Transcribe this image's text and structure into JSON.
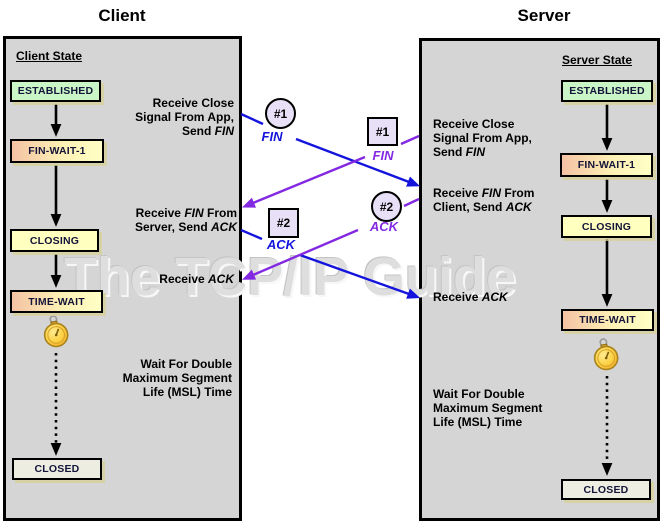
{
  "titles": {
    "client": "Client",
    "server": "Server"
  },
  "watermark": "The TCP/IP Guide",
  "client_panel": {
    "heading": "Client State",
    "states": [
      "ESTABLISHED",
      "FIN-WAIT-1",
      "CLOSING",
      "TIME-WAIT",
      "CLOSED"
    ],
    "annotations": {
      "receive_close": {
        "l1": "Receive Close",
        "l2": "Signal From App,",
        "l3pre": "Send ",
        "l3it": "FIN"
      },
      "receive_fin": {
        "l1pre": "Receive ",
        "l1it": "FIN",
        "l1post": " From",
        "l2pre": "Server, Send ",
        "l2it": "ACK"
      },
      "receive_ack": {
        "pre": "Receive ",
        "it": "ACK"
      },
      "wait_msl": {
        "l1": "Wait For Double",
        "l2": "Maximum Segment",
        "l3": "Life (MSL) Time"
      }
    }
  },
  "server_panel": {
    "heading": "Server State",
    "states": [
      "ESTABLISHED",
      "FIN-WAIT-1",
      "CLOSING",
      "TIME-WAIT",
      "CLOSED"
    ],
    "annotations": {
      "receive_close": {
        "l1": "Receive Close",
        "l2": "Signal From App,",
        "l3pre": "Send ",
        "l3it": "FIN"
      },
      "receive_fin": {
        "l1pre": "Receive ",
        "l1it": "FIN",
        "l1post": " From",
        "l2pre": "Client, Send ",
        "l2it": "ACK"
      },
      "receive_ack": {
        "pre": "Receive ",
        "it": "ACK"
      },
      "wait_msl": {
        "l1": "Wait For Double",
        "l2": "Maximum Segment",
        "l3": "Life (MSL) Time"
      }
    }
  },
  "messages": {
    "client_fin": {
      "badge": "#1",
      "label": "FIN"
    },
    "server_fin": {
      "badge": "#1",
      "label": "FIN"
    },
    "client_ack": {
      "badge": "#2",
      "label": "ACK"
    },
    "server_ack": {
      "badge": "#2",
      "label": "ACK"
    }
  },
  "colors": {
    "client_message_blue": "#1414dd",
    "server_message_purple": "#8429e2",
    "established_green": "#c9f5c7",
    "state_yellow": "#ffffc0",
    "finwait_peach": "#f4c2a4",
    "closed_gray": "#ededE2",
    "panel_gray": "#d5d5d5",
    "badge_lavender": "#e8e0f6"
  }
}
